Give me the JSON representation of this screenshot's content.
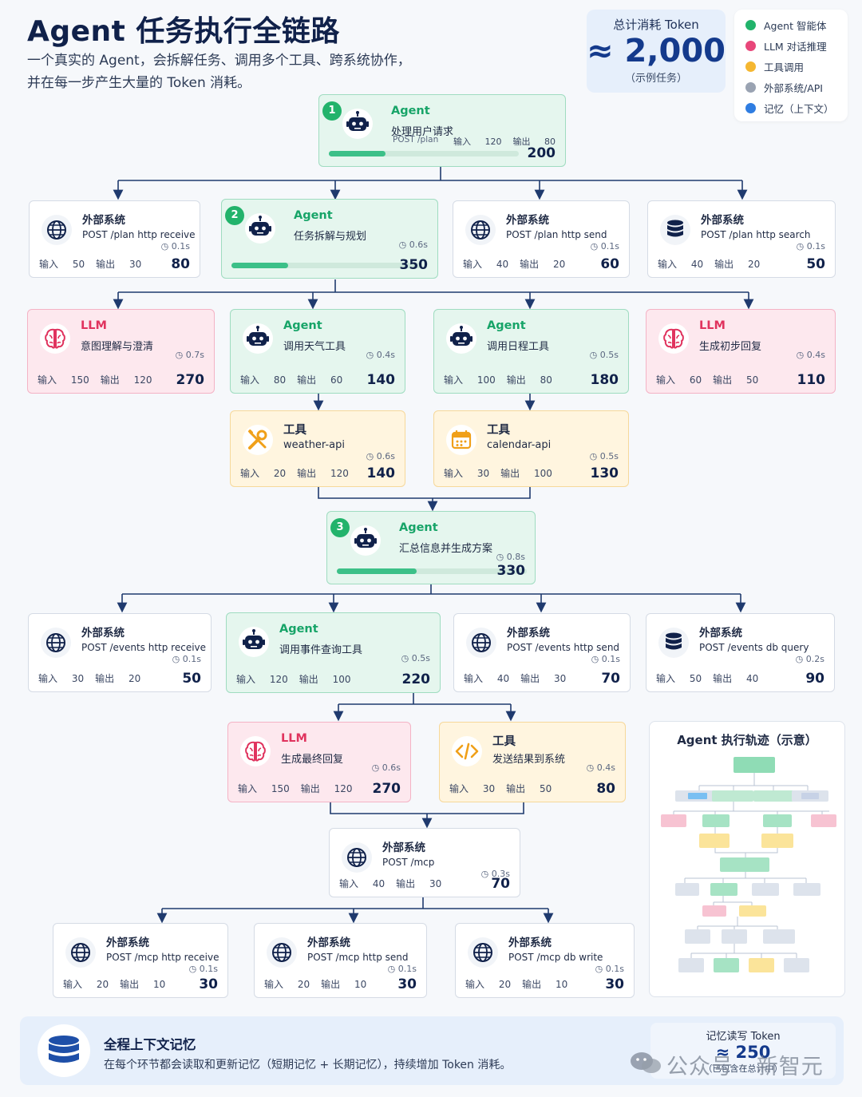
{
  "title": "Agent 任务执行全链路",
  "subtitle": [
    "一个真实的 Agent，会拆解任务、调用多个工具、跨系统协作，",
    "并在每一步产生大量的 Token 消耗。"
  ],
  "total_token": {
    "label": "总计消耗 Token",
    "value": "≈ 2,000",
    "note": "（示例任务）"
  },
  "legend": [
    {
      "label": "Agent 智能体",
      "color": "#22b36b"
    },
    {
      "label": "LLM 对话推理",
      "color": "#e8477a"
    },
    {
      "label": "工具调用",
      "color": "#f5b731"
    },
    {
      "label": "外部系统/API",
      "color": "#9aa3b2"
    },
    {
      "label": "记忆（上下文）",
      "color": "#2f7de1"
    }
  ],
  "io_labels": {
    "in": "输入",
    "out": "输出"
  },
  "nodes": {
    "agent1": {
      "type": "Agent",
      "step": "1",
      "desc": "处理用户请求",
      "sub": "POST /plan",
      "in": "120",
      "out": "80",
      "total": "200",
      "progress": 0.3,
      "icon": "robot-icon"
    },
    "ext_plan_receive": {
      "type": "外部系统",
      "desc": "POST /plan http receive",
      "time": "0.1s",
      "in": "50",
      "out": "30",
      "total": "80",
      "icon": "globe-icon"
    },
    "agent2": {
      "type": "Agent",
      "step": "2",
      "desc": "任务拆解与规划",
      "time": "0.6s",
      "total": "350",
      "progress": 0.3,
      "icon": "robot-icon"
    },
    "ext_plan_send": {
      "type": "外部系统",
      "desc": "POST /plan http send",
      "time": "0.1s",
      "in": "40",
      "out": "20",
      "total": "60",
      "icon": "globe-icon"
    },
    "ext_plan_search": {
      "type": "外部系统",
      "desc": "POST /plan http search",
      "time": "0.1s",
      "in": "40",
      "out": "20",
      "total": "50",
      "icon": "database-icon"
    },
    "llm_intent": {
      "type": "LLM",
      "desc": "意图理解与澄清",
      "time": "0.7s",
      "in": "150",
      "out": "120",
      "total": "270",
      "icon": "brain-icon"
    },
    "agent_weather": {
      "type": "Agent",
      "desc": "调用天气工具",
      "time": "0.4s",
      "in": "80",
      "out": "60",
      "total": "140",
      "icon": "robot-icon"
    },
    "agent_calendar": {
      "type": "Agent",
      "desc": "调用日程工具",
      "time": "0.5s",
      "in": "100",
      "out": "80",
      "total": "180",
      "icon": "robot-icon"
    },
    "llm_initial": {
      "type": "LLM",
      "desc": "生成初步回复",
      "time": "0.4s",
      "in": "60",
      "out": "50",
      "total": "110",
      "icon": "brain-icon"
    },
    "tool_weather": {
      "type": "工具",
      "desc": "weather-api",
      "time": "0.6s",
      "in": "20",
      "out": "120",
      "total": "140",
      "icon": "wrench-icon"
    },
    "tool_calendar": {
      "type": "工具",
      "desc": "calendar-api",
      "time": "0.5s",
      "in": "30",
      "out": "100",
      "total": "130",
      "icon": "calendar-icon"
    },
    "agent3": {
      "type": "Agent",
      "step": "3",
      "desc": "汇总信息并生成方案",
      "time": "0.8s",
      "total": "330",
      "progress": 0.42,
      "icon": "robot-icon"
    },
    "ext_events_receive": {
      "type": "外部系统",
      "desc": "POST /events http receive",
      "time": "0.1s",
      "in": "30",
      "out": "20",
      "total": "50",
      "icon": "globe-icon"
    },
    "agent_events": {
      "type": "Agent",
      "desc": "调用事件查询工具",
      "time": "0.5s",
      "in": "120",
      "out": "100",
      "total": "220",
      "icon": "robot-icon"
    },
    "ext_events_send": {
      "type": "外部系统",
      "desc": "POST /events http send",
      "time": "0.1s",
      "in": "40",
      "out": "30",
      "total": "70",
      "icon": "globe-icon"
    },
    "ext_events_db": {
      "type": "外部系统",
      "desc": "POST /events db query",
      "time": "0.2s",
      "in": "50",
      "out": "40",
      "total": "90",
      "icon": "database-icon"
    },
    "llm_final": {
      "type": "LLM",
      "desc": "生成最终回复",
      "time": "0.6s",
      "in": "150",
      "out": "120",
      "total": "270",
      "icon": "brain-icon"
    },
    "tool_send": {
      "type": "工具",
      "desc": "发送结果到系统",
      "time": "0.4s",
      "in": "30",
      "out": "50",
      "total": "80",
      "icon": "code-icon"
    },
    "ext_mcp": {
      "type": "外部系统",
      "desc": "POST /mcp",
      "time": "0.3s",
      "in": "40",
      "out": "30",
      "total": "70",
      "icon": "globe-icon"
    },
    "ext_mcp_receive": {
      "type": "外部系统",
      "desc": "POST /mcp http receive",
      "time": "0.1s",
      "in": "20",
      "out": "10",
      "total": "30",
      "icon": "globe-icon"
    },
    "ext_mcp_send": {
      "type": "外部系统",
      "desc": "POST /mcp http send",
      "time": "0.1s",
      "in": "20",
      "out": "10",
      "total": "30",
      "icon": "globe-icon"
    },
    "ext_mcp_db": {
      "type": "外部系统",
      "desc": "POST /mcp db write",
      "time": "0.1s",
      "in": "20",
      "out": "10",
      "total": "30",
      "icon": "globe-icon"
    }
  },
  "trace": {
    "title": "Agent 执行轨迹（示意）"
  },
  "memory": {
    "title": "全程上下文记忆",
    "desc": "在每个环节都会读取和更新记忆（短期记忆 + 长期记忆），持续增加 Token 消耗。",
    "token_label": "记忆读写 Token",
    "token_value": "≈ 250",
    "token_note": "（已包含在总计中）"
  },
  "watermark": "公众号 · 新智元"
}
